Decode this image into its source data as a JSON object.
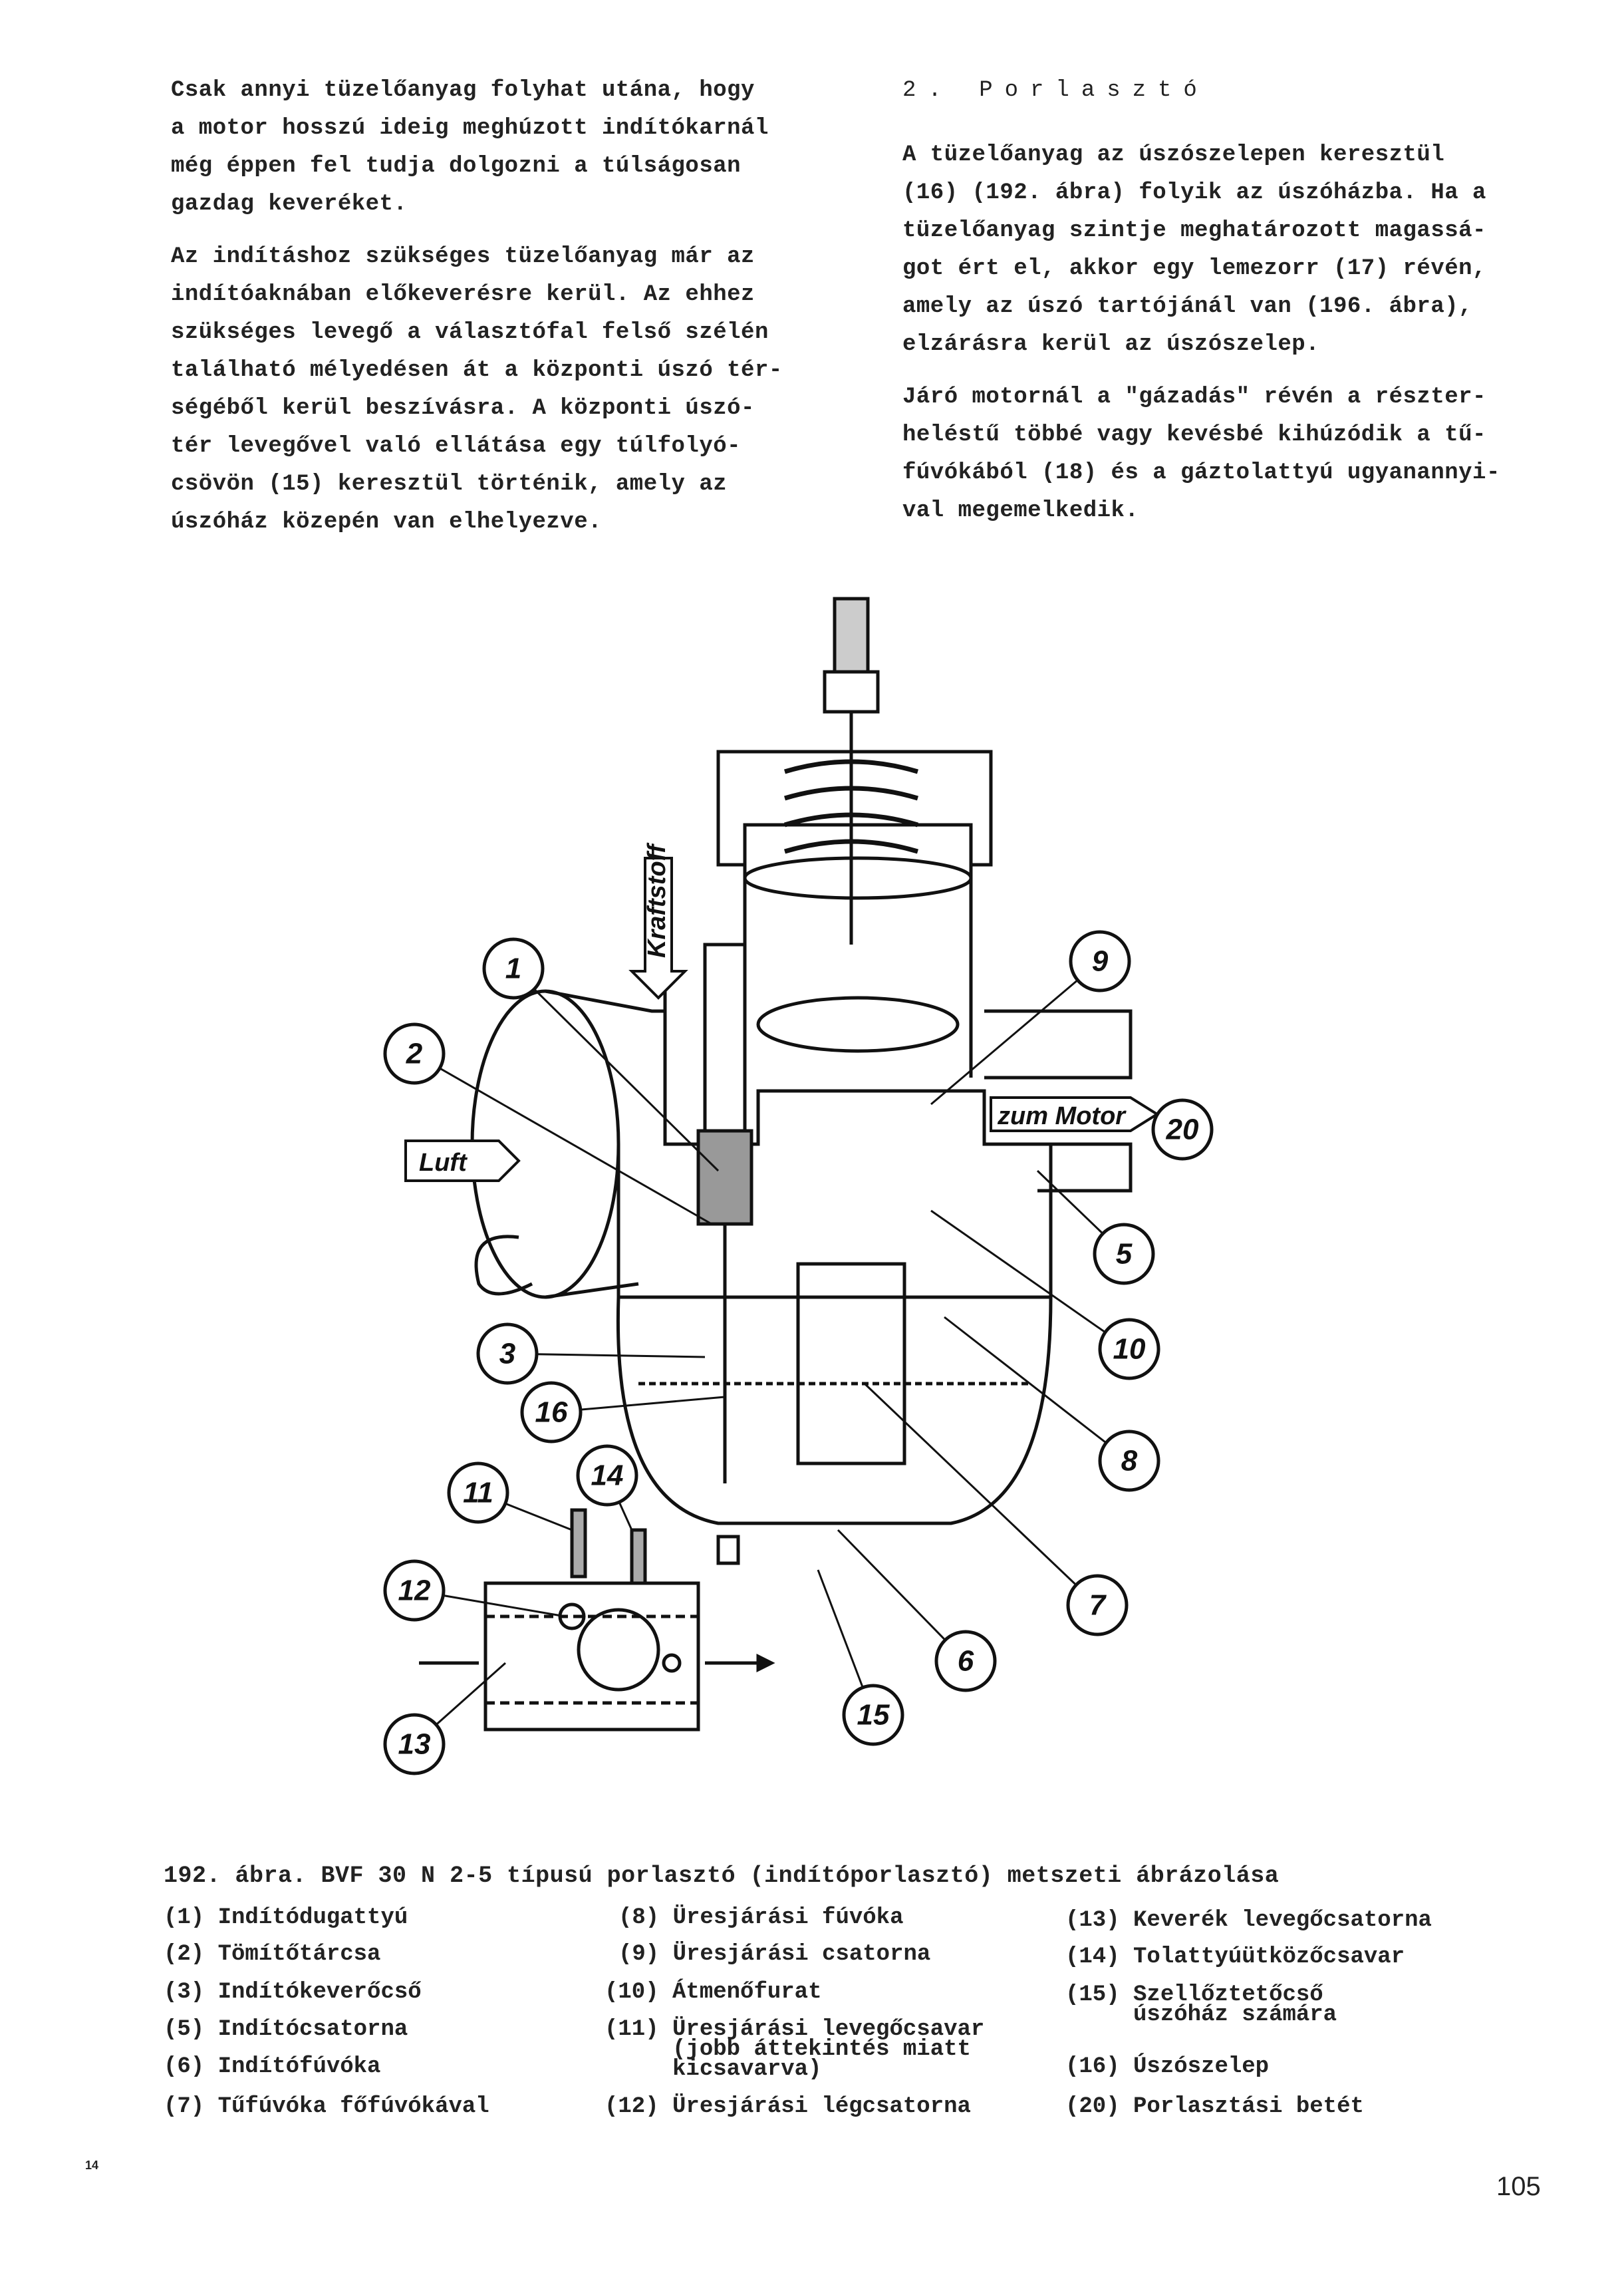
{
  "left_column": {
    "paragraphs": [
      "Csak annyi tüzelőanyag folyhat utána, hogy\na motor hosszú ideig meghúzott indítókarnál\nmég éppen fel tudja dolgozni a túlságosan\ngazdag keveréket.",
      "Az indításhoz szükséges tüzelőanyag már az\nindítóaknában előkeverésre kerül. Az ehhez\nszükséges levegő a választófal felső szélén\ntalálható mélyedésen át a központi úszó tér-\nségéből kerül beszívásra. A központi úszó-\ntér levegővel való ellátása egy túlfolyó-\ncsövön (15) keresztül történik, amely az\núszóház közepén van elhelyezve."
    ]
  },
  "right_column": {
    "heading": "2. Porlasztó",
    "paragraphs": [
      "A tüzelőanyag az úszószelepen keresztül\n(16) (192. ábra) folyik az úszóházba. Ha a\ntüzelőanyag szintje meghatározott magassá-\ngot ért el, akkor egy lemezorr (17) révén,\namely az úszó tartójánál van (196. ábra),\nelzárásra kerül az úszószelep.",
      "Járó motornál a \"gázadás\" révén a részter-\nheléstű többé vagy kevésbé kihúzódik a tű-\nfúvókából (18) és a gáztolattyú ugyanannyi-\nval megemelkedik."
    ]
  },
  "figure": {
    "labels": {
      "fuel": "Kraftstoff",
      "air": "Luft",
      "to_engine": "zum Motor"
    },
    "callouts": [
      "1",
      "2",
      "3",
      "16",
      "11",
      "14",
      "12",
      "13",
      "9",
      "20",
      "5",
      "10",
      "8",
      "7",
      "6",
      "15"
    ]
  },
  "caption": "192. ábra. BVF 30 N 2-5 típusú porlasztó (indítóporlasztó) metszeti ábrázolása",
  "legend": [
    {
      "num": "(1)",
      "text": "Indítódugattyú"
    },
    {
      "num": "(2)",
      "text": "Tömítőtárcsa"
    },
    {
      "num": "(3)",
      "text": "Indítókeverőcső"
    },
    {
      "num": "(5)",
      "text": "Indítócsatorna"
    },
    {
      "num": "(6)",
      "text": "Indítófúvóka"
    },
    {
      "num": "(7)",
      "text": "Tűfúvóka főfúvókával"
    },
    {
      "num": "(8)",
      "text": "Üresjárási fúvóka"
    },
    {
      "num": "(9)",
      "text": "Üresjárási csatorna"
    },
    {
      "num": "(10)",
      "text": "Átmenőfurat"
    },
    {
      "num": "(11)",
      "text": "Üresjárási levegőcsavar\n(jobb áttekintés miatt\nkicsavarva)"
    },
    {
      "num": "(12)",
      "text": "Üresjárási légcsatorna"
    },
    {
      "num": "(13)",
      "text": "Keverék levegőcsatorna"
    },
    {
      "num": "(14)",
      "text": "Tolattyúütközőcsavar"
    },
    {
      "num": "(15)",
      "text": "Szellőztetőcső\núszóház számára"
    },
    {
      "num": "(16)",
      "text": "Úszószelep"
    },
    {
      "num": "(20)",
      "text": "Porlasztási betét"
    }
  ],
  "page_number": "105",
  "sheet_number": "14"
}
